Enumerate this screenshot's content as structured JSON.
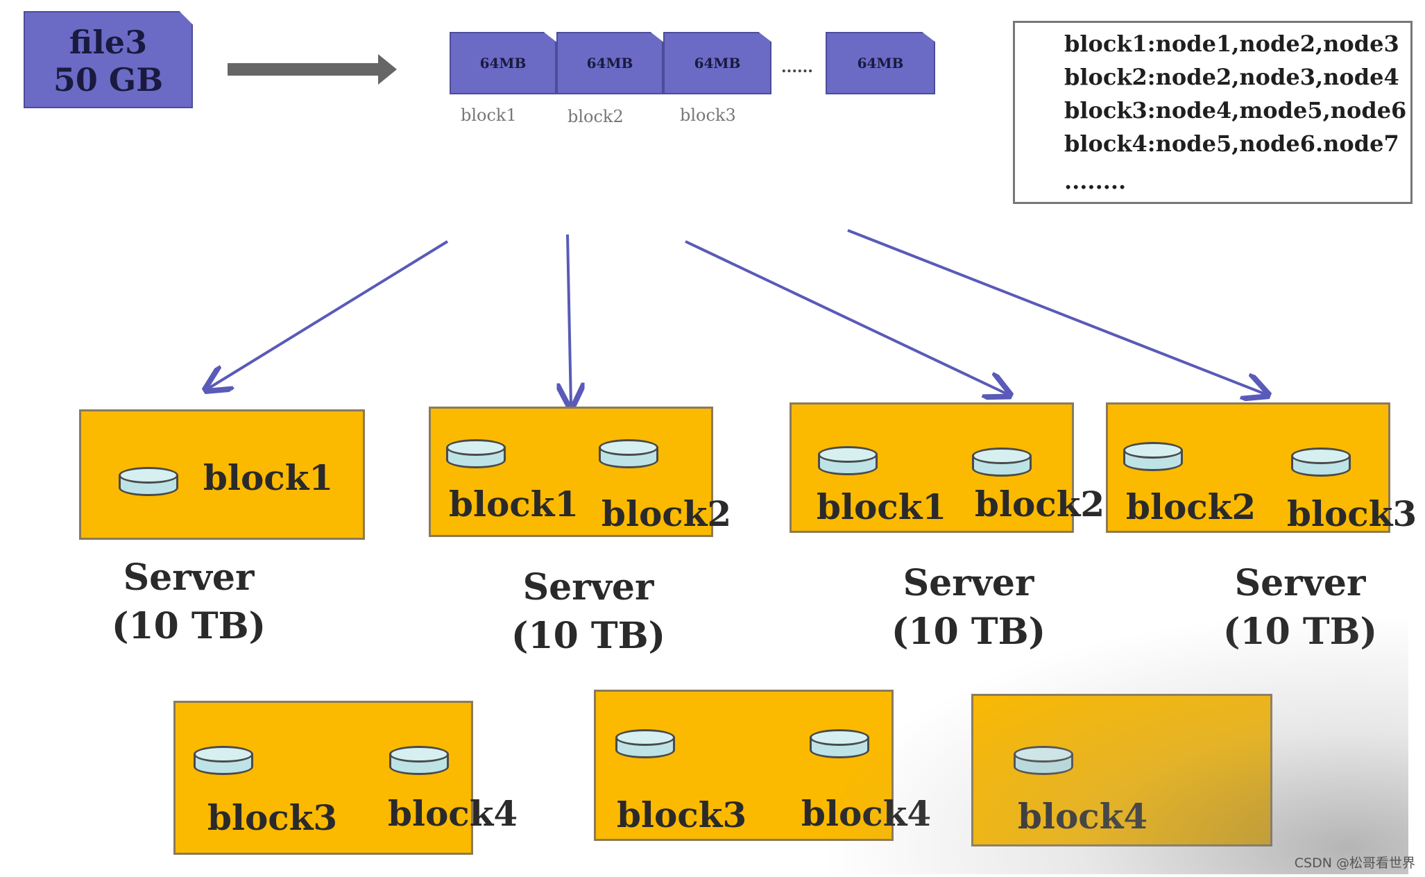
{
  "file": {
    "name": "file3",
    "size": "50 GB"
  },
  "chunks": [
    {
      "size": "64MB",
      "label": "block1"
    },
    {
      "size": "64MB",
      "label": "block2"
    },
    {
      "size": "64MB",
      "label": "block3"
    },
    {
      "size": "64MB",
      "label": ""
    }
  ],
  "chunk_ellipsis": "......",
  "block_map": [
    "block1:node1,node2,node3",
    "block2:node2,node3,node4",
    "block3:node4,mode5,node6",
    "block4:node5,node6.node7",
    "........"
  ],
  "servers_top": [
    {
      "blocks": [
        "block1"
      ],
      "caption_line1": "Server",
      "caption_line2": "(10 TB)"
    },
    {
      "blocks": [
        "block1",
        "block2"
      ],
      "caption_line1": "Server",
      "caption_line2": "(10 TB)"
    },
    {
      "blocks": [
        "block1",
        "block2"
      ],
      "caption_line1": "Server",
      "caption_line2": "(10 TB)"
    },
    {
      "blocks": [
        "block2",
        "block3"
      ],
      "caption_line1": "Server",
      "caption_line2": "(10 TB)"
    }
  ],
  "servers_bottom": [
    {
      "blocks": [
        "block3",
        "block4"
      ]
    },
    {
      "blocks": [
        "block3",
        "block4"
      ]
    },
    {
      "blocks": [
        "block4"
      ]
    }
  ],
  "colors": {
    "chunk_fill": "#6b6bc6",
    "server_fill": "#fbb900",
    "disk_fill": "#bde3e6",
    "arrow_color": "#5a5ab8"
  },
  "watermark": "CSDN @松哥看世界"
}
